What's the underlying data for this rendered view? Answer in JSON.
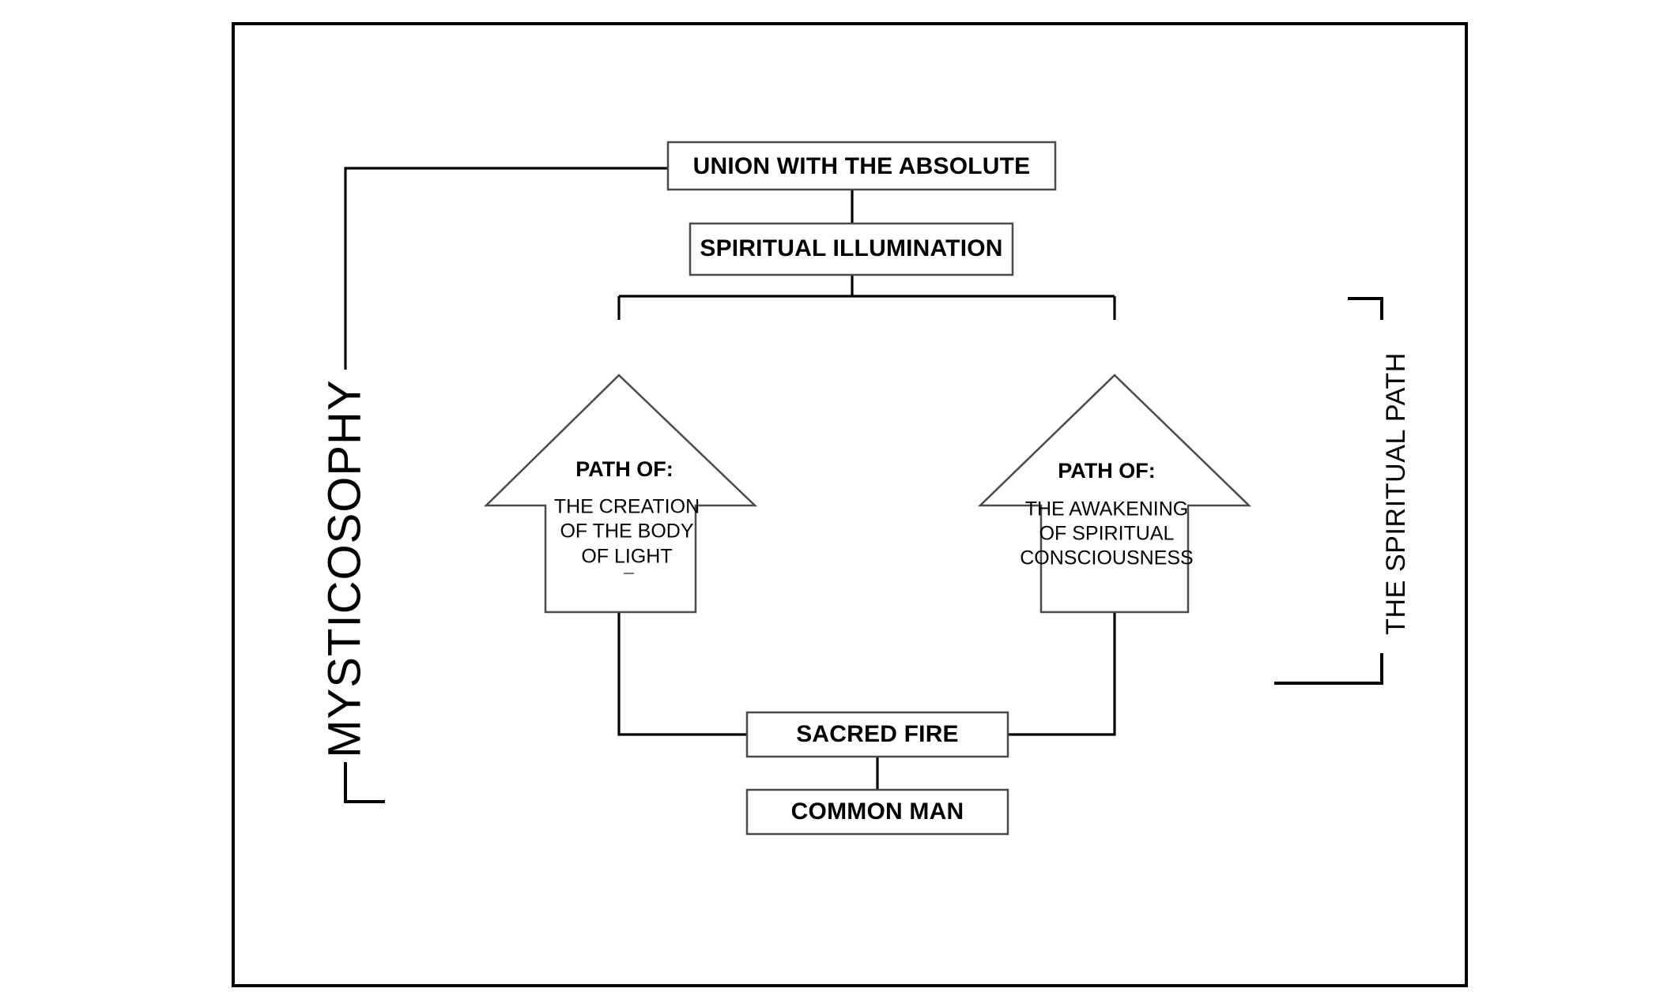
{
  "diagram": {
    "title_text": "MYSTICOSOPHY",
    "side_label_left": "MYSTICOSOPHY",
    "side_label_right": "THE SPIRITUAL PATH",
    "colors": {
      "frame": "#000000",
      "box_stroke": "#4a4a4a",
      "connector": "#000000",
      "text": "#000000",
      "background": "#ffffff"
    },
    "nodes": {
      "union": "UNION WITH THE ABSOLUTE",
      "illumination": "SPIRITUAL ILLUMINATION",
      "sacred_fire": "SACRED FIRE",
      "common_man": "COMMON MAN"
    },
    "left_arrow": {
      "heading": "PATH OF:",
      "line1": "THE CREATION",
      "line2": "OF THE BODY",
      "line3": "OF LIGHT"
    },
    "right_arrow": {
      "heading": "PATH OF:",
      "line1": "THE AWAKENING",
      "line2": "OF SPIRITUAL",
      "line3": "CONSCIOUSNESS"
    }
  }
}
